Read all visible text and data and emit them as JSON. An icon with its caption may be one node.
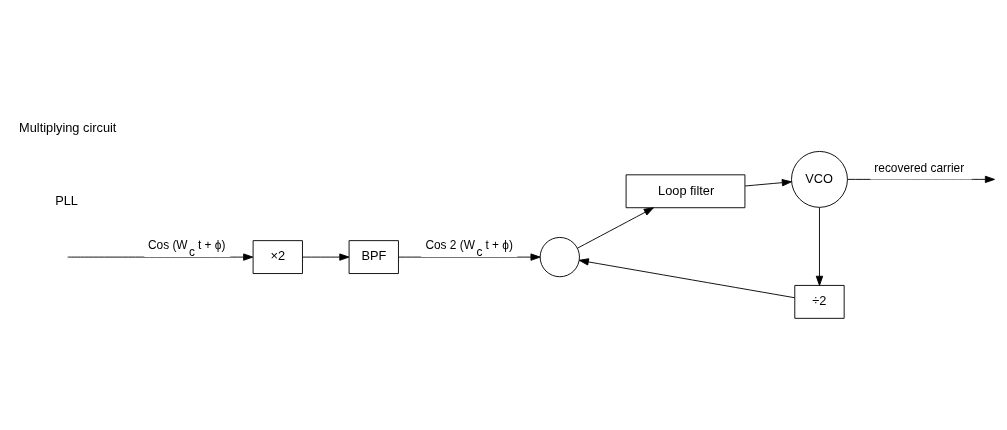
{
  "diagram": {
    "nodes": [
      {
        "text": [
          "×2"
        ]
      },
      {
        "text": [
          "BPF"
        ]
      },
      {
        "text": [],
        "shape": "circle"
      },
      {
        "text": [
          "Loop filter"
        ]
      },
      {
        "text": [
          "VCO"
        ]
      },
      {
        "text": [
          "÷2"
        ]
      }
    ],
    "edges": [
      {
        "from": null,
        "to": 0,
        "arrow": "to",
        "label": "Cos (W$_{c}$ t + ϕ)"
      },
      {
        "from": 0,
        "to": 1,
        "arrow": "to"
      },
      {
        "from": 1,
        "to": 2,
        "arrow": "to",
        "label": "Cos 2 (W$_{c}$ t + ϕ)"
      },
      {
        "from": 2,
        "to": 3,
        "arrow": "to"
      },
      {
        "from": 3,
        "to": 4,
        "arrow": "to"
      },
      {
        "from": 4,
        "to": 5,
        "arrow": "to"
      },
      {
        "from": 5,
        "to": 2,
        "arrow": "to"
      },
      {
        "from": 4,
        "to": null,
        "arrow": "to",
        "label": "recovered carrier"
      }
    ],
    "labels": [
      "PLL",
      "Multiplying circuit"
    ]
  }
}
